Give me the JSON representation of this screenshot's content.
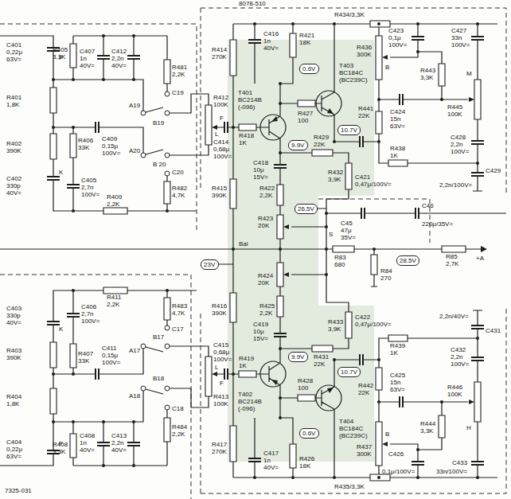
{
  "diagram": {
    "nodes": [
      {
        "text": [
          "0.6V"
        ]
      },
      {
        "text": [
          "10.7V"
        ]
      },
      {
        "text": [
          "9.9V"
        ]
      },
      {
        "text": [
          "26.5V"
        ]
      },
      {
        "text": [
          "23V"
        ]
      },
      {
        "text": [
          "28.5V"
        ]
      },
      {
        "text": [
          "9.9V"
        ]
      },
      {
        "text": [
          "10.7V"
        ]
      },
      {
        "text": [
          "0.6V"
        ]
      }
    ],
    "labels": [
      "8078-510",
      "C401",
      "0,22μ",
      "63V=",
      "R401",
      "1,8K",
      "R402",
      "390K",
      "C402",
      "330p",
      "40V=",
      "R405",
      "3,3K",
      "C407",
      "1n",
      "40V=",
      "C412",
      "2,2n",
      "40V=",
      "R481",
      "2,2K",
      "C19",
      "A19",
      "B19",
      "R406",
      "33K",
      "C409",
      "0,15μ",
      "100V=",
      "A20",
      "B 20",
      "C20",
      "C405",
      "2,7n",
      "100V=",
      "R482",
      "4,7K",
      "R409",
      "2,2K",
      "R412",
      "100K",
      "L",
      "C414",
      "0,68μ",
      "100V=",
      "R414",
      "270K",
      "R415",
      "390K",
      "T401",
      "BC214B",
      "(-096)",
      "R418",
      "1K",
      "C416",
      "1n",
      "40V=",
      "R421",
      "18K",
      "R427",
      "100",
      "T403",
      "BC184C",
      "(BC239C)",
      "R429",
      "22K",
      "C418",
      "10μ",
      "15V=",
      "R432",
      "3,9K",
      "C421",
      "0,47μ/100V=",
      "R438",
      "1K",
      "R441",
      "22K",
      "C424",
      "15n",
      "63V=",
      "R436",
      "300K",
      "B",
      "C423",
      "0,1μ",
      "100V=",
      "R434/3,3K",
      "C427",
      "33n",
      "100V=",
      "R443",
      "3,3K",
      "M",
      "R445",
      "100K",
      "C428",
      "2,2n",
      "100V=",
      "C429",
      "2,2n/100V=",
      "F",
      "K",
      "F",
      "Bal",
      "R422",
      "2,2K",
      "R423",
      "20K",
      "R424",
      "20K",
      "S",
      "C45",
      "47μ",
      "35V=",
      "C46",
      "220μ/35V=",
      "R83",
      "680",
      "R84",
      "270",
      "R85",
      "2,7K",
      "+A",
      "R411",
      "2,2K",
      "C403",
      "330p",
      "40V=",
      "C406",
      "2,7n",
      "100V=",
      "R483",
      "4,7K",
      "C17",
      "R403",
      "390K",
      "R407",
      "33K",
      "C411",
      "0,15μ",
      "100V=",
      "A17",
      "B17",
      "A18",
      "B18",
      "C18",
      "R404",
      "1,8K",
      "R413",
      "100K",
      "L",
      "C415",
      "0,68μ",
      "100V=",
      "R416",
      "390K",
      "R417",
      "270K",
      "C404",
      "0,22μ",
      "63V=",
      "R408",
      "3,3K",
      "C408",
      "1n",
      "40V=",
      "C413",
      "2,2n",
      "40V=",
      "R484",
      "2,2K",
      "R425",
      "2,2K",
      "C419",
      "10μ",
      "15V=",
      "R431",
      "22K",
      "R419",
      "1K",
      "R428",
      "100",
      "T402",
      "BC214B",
      "(-096)",
      "T404",
      "BC184C",
      "(BC239C)",
      "C417",
      "1n",
      "40V=",
      "R426",
      "18K",
      "R433",
      "3,9K",
      "C422",
      "0,47μ/100V=",
      "R439",
      "1K",
      "C425",
      "15n",
      "63V=",
      "R442",
      "22K",
      "R437",
      "300K",
      "B",
      "C426",
      "0,1μ/100V=",
      "C431",
      "2,2n/40V=",
      "C432",
      "2,2n",
      "100V=",
      "R446",
      "100K",
      "H",
      "R444",
      "3,3K",
      "C433",
      "33n/100V=",
      "R435/3,3K",
      "F",
      "K",
      "F",
      "7325-031"
    ]
  }
}
